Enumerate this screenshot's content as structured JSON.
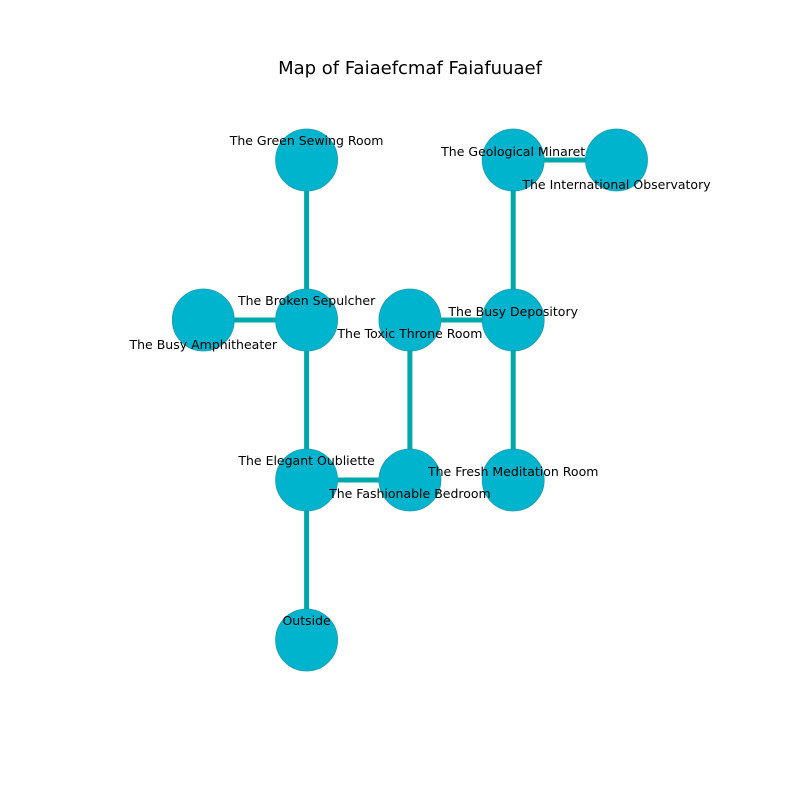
{
  "title": "Map of Faiaefcmaf Faiafuuaef",
  "colors": {
    "node_fill": "#00b4cd",
    "node_stroke": "#1b9bb0",
    "edge": "#00a8ab",
    "text": "#000000"
  },
  "rooms": [
    {
      "id": "green_sewing",
      "name": "The Green Sewing Room",
      "col": 2,
      "row": 0
    },
    {
      "id": "geological",
      "name": "The Geological Minaret",
      "col": 4,
      "row": 0
    },
    {
      "id": "observatory",
      "name": "The International Observatory",
      "col": 5,
      "row": 0
    },
    {
      "id": "amphitheater",
      "name": "The Busy Amphitheater",
      "col": 1,
      "row": 1
    },
    {
      "id": "sepulcher",
      "name": "The Broken Sepulcher",
      "col": 2,
      "row": 1
    },
    {
      "id": "throne",
      "name": "The Toxic Throne Room",
      "col": 3,
      "row": 1
    },
    {
      "id": "depository",
      "name": "The Busy Depository",
      "col": 4,
      "row": 1
    },
    {
      "id": "oubliette",
      "name": "The Elegant Oubliette",
      "col": 2,
      "row": 2
    },
    {
      "id": "bedroom",
      "name": "The Fashionable Bedroom",
      "col": 3,
      "row": 2
    },
    {
      "id": "meditation",
      "name": "The Fresh Meditation Room",
      "col": 4,
      "row": 2
    },
    {
      "id": "outside",
      "name": "Outside",
      "col": 2,
      "row": 3
    }
  ],
  "connections": [
    [
      "green_sewing",
      "sepulcher"
    ],
    [
      "geological",
      "observatory"
    ],
    [
      "geological",
      "depository"
    ],
    [
      "amphitheater",
      "sepulcher"
    ],
    [
      "sepulcher",
      "oubliette"
    ],
    [
      "throne",
      "depository"
    ],
    [
      "throne",
      "bedroom"
    ],
    [
      "depository",
      "meditation"
    ],
    [
      "oubliette",
      "bedroom"
    ],
    [
      "oubliette",
      "outside"
    ]
  ]
}
